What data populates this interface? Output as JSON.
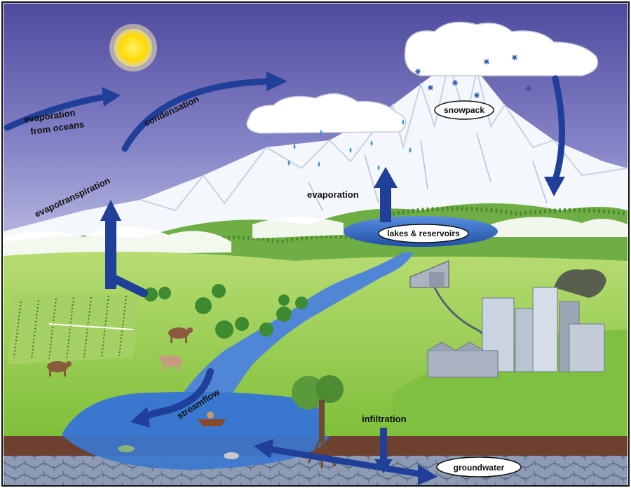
{
  "labels": {
    "evaporation_from_oceans_line1": "evaporation",
    "evaporation_from_oceans_line2": "from oceans",
    "condensation": "condensation",
    "evapotranspiration": "evapotranspiration",
    "evaporation": "evaporation",
    "snowpack": "snowpack",
    "lakes_reservoirs": "lakes & reservoirs",
    "streamflow": "streamflow",
    "infiltration": "infiltration",
    "groundwater": "groundwater"
  },
  "icons": {
    "sun": "sun-icon",
    "cloud": "cloud-icon",
    "snowflake": "snowflake-icon",
    "raindrop": "raindrop-icon",
    "arrow": "arrow-icon",
    "cow": "cow-icon",
    "tree": "tree-icon",
    "factory": "factory-icon",
    "city": "city-icon",
    "fish": "fish-icon",
    "boat": "boat-icon",
    "irrigation": "irrigation-icon"
  },
  "colors": {
    "sky_top": "#5b55a8",
    "sky_mid": "#8f8ed0",
    "arrow": "#1f3f99",
    "grass": "#8cc63f",
    "water": "#2f6fc7",
    "soil": "#6b3f2a",
    "rock": "#8a96ad",
    "snow": "#ffffff"
  }
}
